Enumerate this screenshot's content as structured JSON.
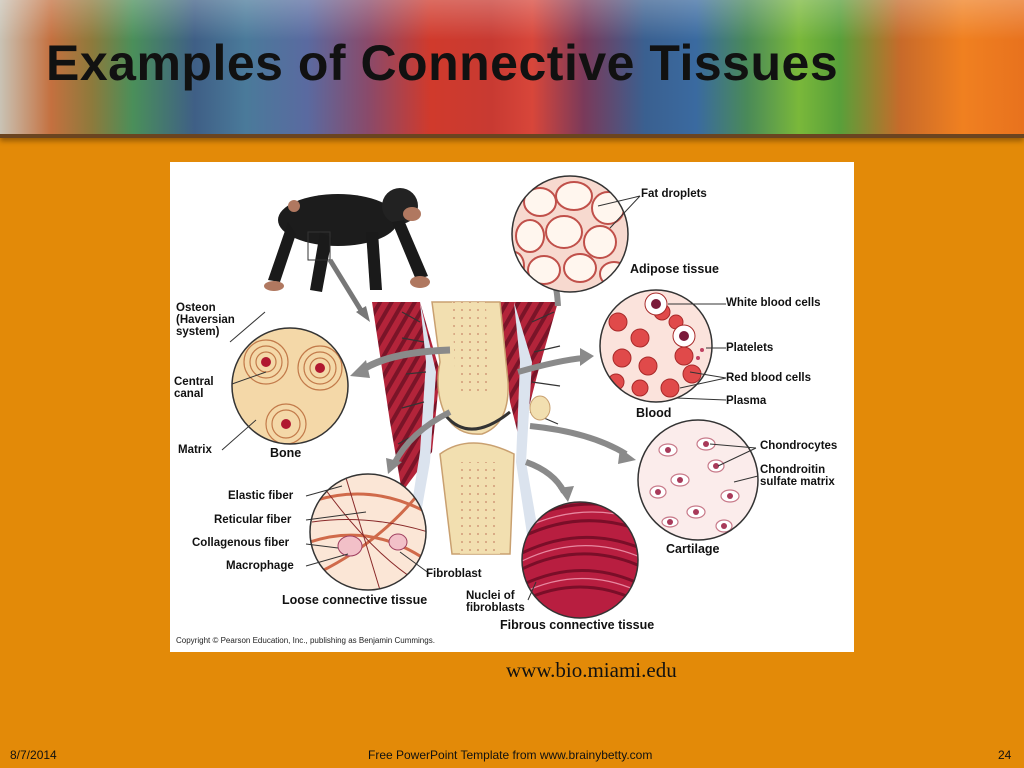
{
  "slide": {
    "title": "Examples of Connective Tissues",
    "source": "www.bio.miami.edu",
    "footer": {
      "date": "8/7/2014",
      "center": "Free PowerPoint Template from www.brainybetty.com",
      "page": "24"
    }
  },
  "figure": {
    "captions": {
      "adipose": "Adipose tissue",
      "blood": "Blood",
      "bone": "Bone",
      "cartilage": "Cartilage",
      "loose": "Loose connective tissue",
      "fibrous": "Fibrous connective tissue"
    },
    "labels": {
      "fat_droplets": "Fat droplets",
      "white_blood_cells": "White blood cells",
      "platelets": "Platelets",
      "red_blood_cells": "Red blood cells",
      "plasma": "Plasma",
      "osteon": "Osteon (Haversian system)",
      "central_canal": "Central canal",
      "matrix": "Matrix",
      "chondrocytes": "Chondrocytes",
      "chondroitin": "Chondroitin sulfate matrix",
      "elastic_fiber": "Elastic fiber",
      "reticular_fiber": "Reticular fiber",
      "collagenous_fiber": "Collagenous fiber",
      "macrophage": "Macrophage",
      "fibroblast": "Fibroblast",
      "nuclei_of_fibroblasts": "Nuclei of fibroblasts"
    },
    "copyright": "Copyright © Pearson Education, Inc., publishing as Benjamin Cummings."
  },
  "colors": {
    "background": "#e38a08",
    "figure_background": "#ffffff"
  }
}
